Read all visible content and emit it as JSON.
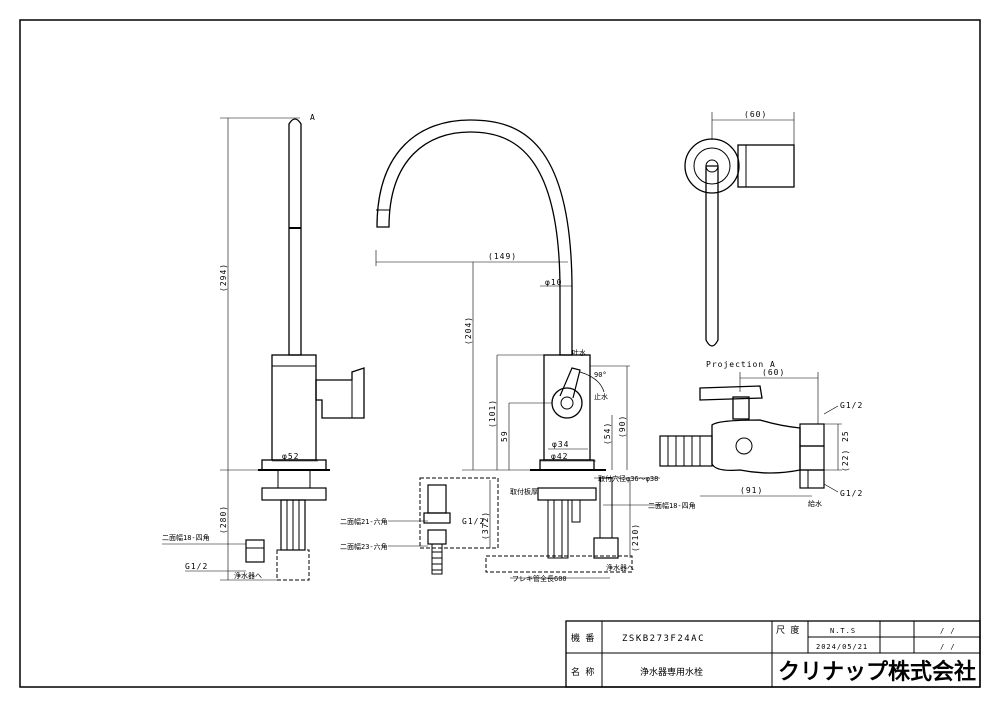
{
  "views": {
    "side": {
      "view_label": "A",
      "dims": {
        "overall_height": "(294)",
        "under_height": "(280)",
        "base_dia": "φ52",
        "hex_note": "二面幅18-四角",
        "thread": "G1/2",
        "filter_label": "浄水器へ"
      }
    },
    "front": {
      "dims": {
        "reach": "(149)",
        "spout_dia": "φ10",
        "spout_height": "(204)",
        "lever_height": "(101)",
        "handle_height": "59",
        "handle_dia": "φ34",
        "base_dia": "φ42",
        "body_54": "(54)",
        "body_90": "(90)",
        "hole_note": "取付穴径φ36～φ38",
        "board_note": "取付板厚",
        "under_372": "(372)",
        "under_210": "(210)",
        "rotation": "90°",
        "hex_21": "二面幅21-六角",
        "hex_23": "二面幅23-六角",
        "hex_18": "二面幅18-四角",
        "thread": "G1/2",
        "hose_note": "フレキ管全長600",
        "filter_label": "浄水器へ",
        "lever_open": "止水",
        "lever_flow": "吐水"
      }
    },
    "projection": {
      "title": "Projection A",
      "dims": {
        "top_width": "(60)",
        "valve_width": "(60)",
        "depth_91": "(91)",
        "size_25": "25",
        "size_22": "(22)",
        "thread_top": "G1/2",
        "thread_bottom": "G1/2",
        "supply_label": "給水"
      }
    }
  },
  "title_block": {
    "model_label": "機 番",
    "model_value": "ZSKB273F24AC",
    "name_label": "名 称",
    "name_value": "浄水器専用水栓",
    "scale_label": "尺 度",
    "scale_value": "N.T.S",
    "date_value": "2024/05/21",
    "rev_a": "/ /",
    "rev_b": "/ /",
    "company": "クリナップ株式会社"
  }
}
